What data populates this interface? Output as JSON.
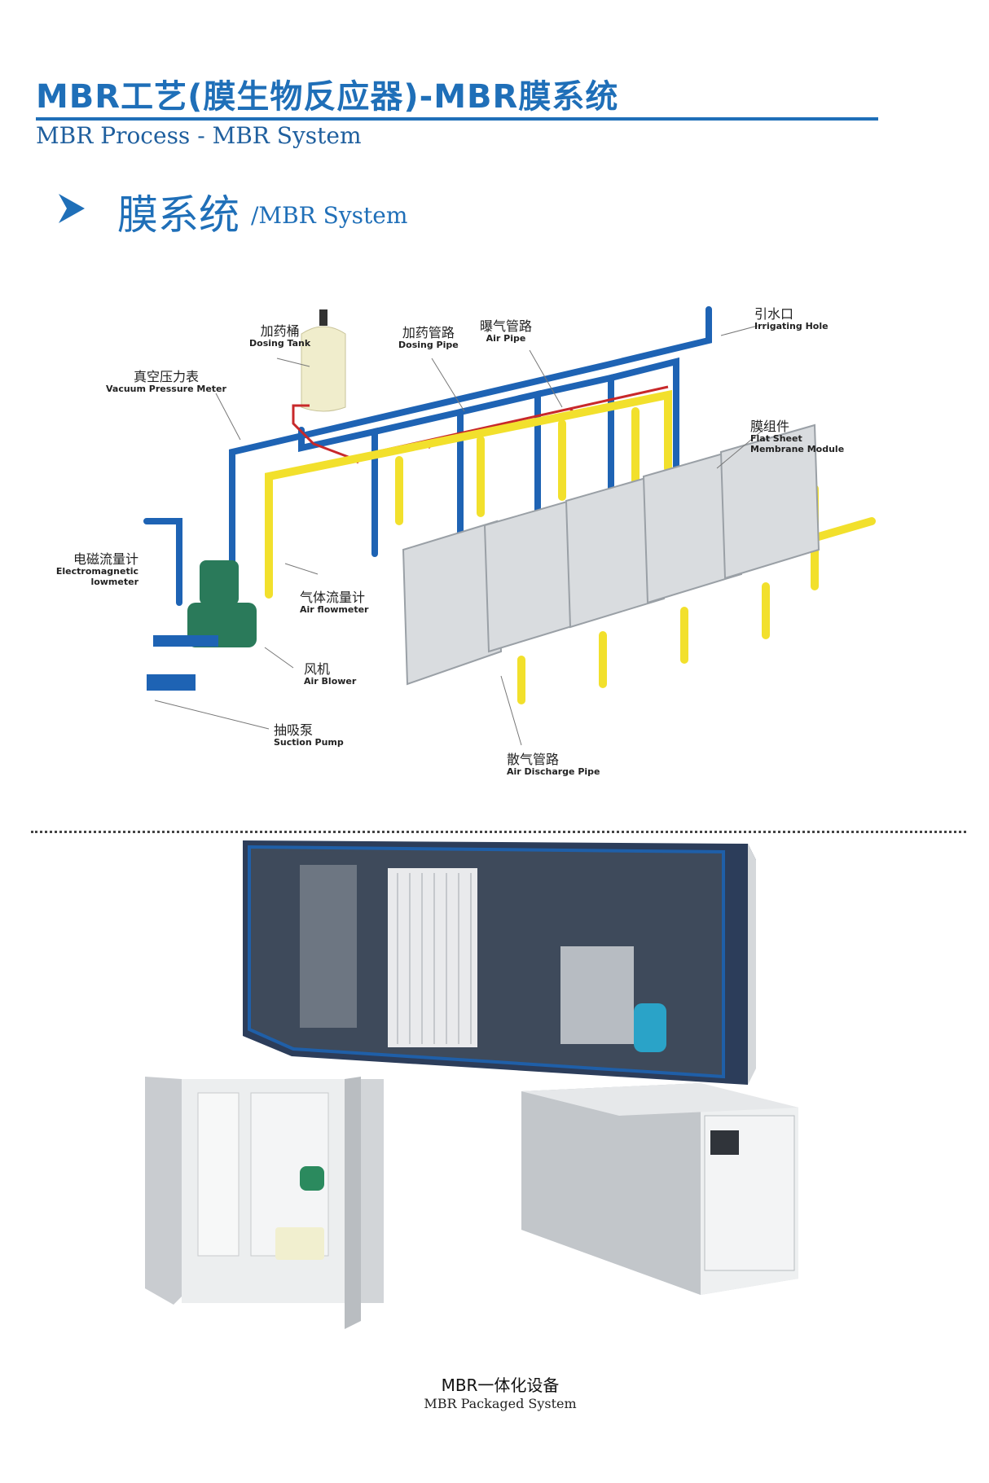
{
  "header": {
    "title": "MBR工艺(膜生物反应器)-MBR膜系统",
    "subtitle": "MBR Process - MBR System"
  },
  "section": {
    "title_cn": "膜系统",
    "title_en": "/MBR  System"
  },
  "labels": {
    "dosing_tank": {
      "cn": "加药桶",
      "en": "Dosing Tank"
    },
    "dosing_pipe": {
      "cn": "加药管路",
      "en": "Dosing Pipe"
    },
    "air_pipe": {
      "cn": "曝气管路",
      "en": "Air Pipe"
    },
    "irrigating_hole": {
      "cn": "引水口",
      "en": "Irrigating Hole"
    },
    "vacuum_meter": {
      "cn": "真空压力表",
      "en": "Vacuum Pressure Meter"
    },
    "membrane_module": {
      "cn": "膜组件",
      "en1": "Flat Sheet",
      "en2": "Membrane Module"
    },
    "flowmeter": {
      "cn": "电磁流量计",
      "en1": "Electromagnetic",
      "en2": "lowmeter"
    },
    "air_flowmeter": {
      "cn": "气体流量计",
      "en": "Air flowmeter"
    },
    "air_blower": {
      "cn": "风机",
      "en": "Air Blower"
    },
    "suction_pump": {
      "cn": "抽吸泵",
      "en": "Suction Pump"
    },
    "air_discharge": {
      "cn": "散气管路",
      "en": "Air Discharge Pipe"
    }
  },
  "caption": {
    "cn": "MBR一体化设备",
    "en": "MBR Packaged System"
  }
}
